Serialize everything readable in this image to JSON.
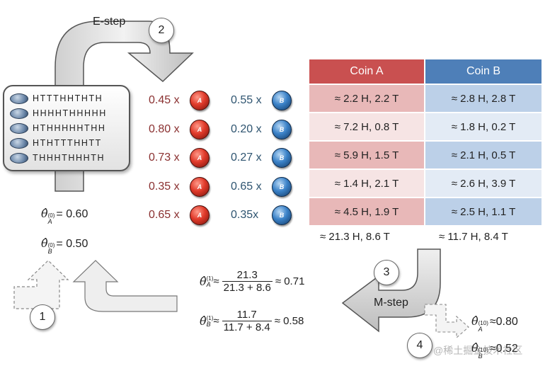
{
  "steps": {
    "e_step": "E-step",
    "m_step": "M-step",
    "num1": "1",
    "num2": "2",
    "num3": "3",
    "num4": "4"
  },
  "sequences": [
    "HTTTHHTHTH",
    "HHHHTHHHHH",
    "HTHHHHHTHH",
    "HTHTTTHHTT",
    "THHHTHHHTH"
  ],
  "weights": [
    {
      "a": "0.45 x",
      "b": "0.55 x"
    },
    {
      "a": "0.80 x",
      "b": "0.20 x"
    },
    {
      "a": "0.73 x",
      "b": "0.27 x"
    },
    {
      "a": "0.35 x",
      "b": "0.65 x"
    },
    {
      "a": "0.65 x",
      "b": "0.35x"
    }
  ],
  "coin_letters": {
    "a": "A",
    "b": "B"
  },
  "table": {
    "header_a": "Coin A",
    "header_b": "Coin B",
    "color_a": "#c95050",
    "color_b": "#4e7fb8",
    "rows": [
      {
        "a": "≈ 2.2 H, 2.2 T",
        "b": "≈ 2.8 H, 2.8 T"
      },
      {
        "a": "≈ 7.2 H, 0.8 T",
        "b": "≈ 1.8 H, 0.2 T"
      },
      {
        "a": "≈ 5.9 H, 1.5 T",
        "b": "≈ 2.1 H, 0.5 T"
      },
      {
        "a": "≈ 1.4 H, 2.1 T",
        "b": "≈ 2.6 H, 3.9 T"
      },
      {
        "a": "≈ 4.5 H, 1.9 T",
        "b": "≈ 2.5 H, 1.1 T"
      }
    ],
    "total_a": "≈ 21.3 H, 8.6 T",
    "total_b": "≈ 11.7 H, 8.4 T"
  },
  "initial": {
    "theta": "θ̂",
    "sub_a": "A",
    "sub_b": "B",
    "iter0": "(0)",
    "val_a": "= 0.60",
    "val_b": "= 0.50"
  },
  "update": {
    "iter1": "(1)",
    "approx": "≈",
    "a_num": "21.3",
    "a_den": "21.3 + 8.6",
    "a_result": "≈ 0.71",
    "b_num": "11.7",
    "b_den": "11.7 + 8.4",
    "b_result": "≈ 0.58"
  },
  "final": {
    "iter10": "(10)",
    "val_a": "≈0.80",
    "val_b": "≈0.52"
  },
  "watermark": "@稀土掘金技术社区"
}
